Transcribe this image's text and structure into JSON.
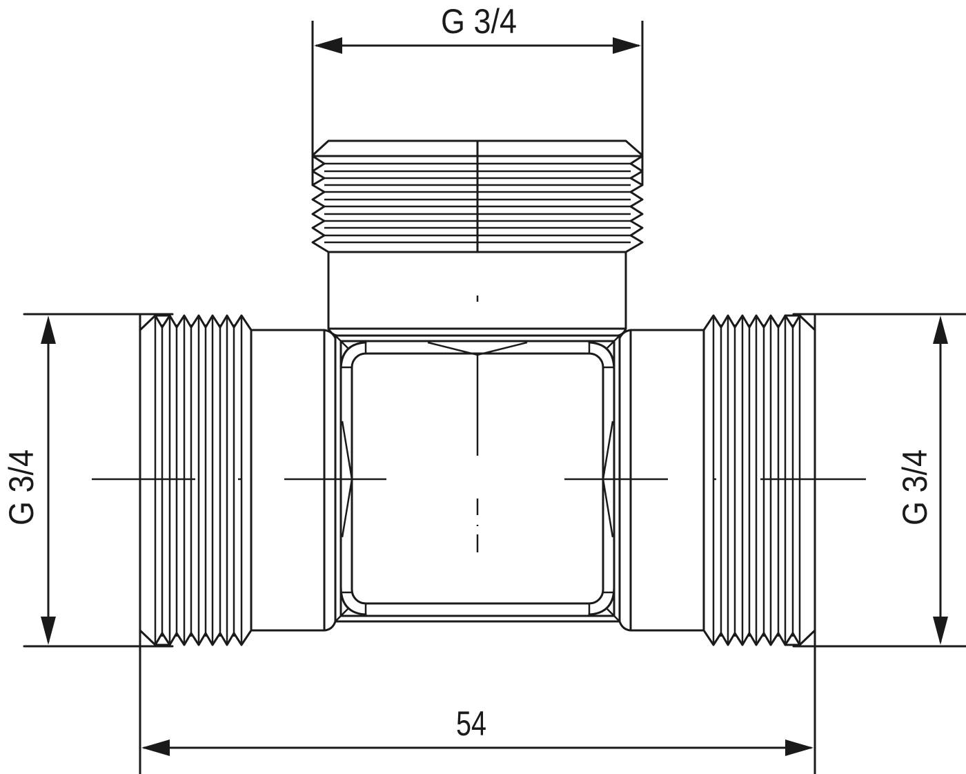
{
  "drawing": {
    "subject": "Tee fitting, male threads",
    "line_color": "#1a1a1a",
    "background": "#ffffff",
    "dimensions": {
      "top": {
        "label": "G 3/4",
        "orientation": "horizontal"
      },
      "left": {
        "label": "G 3/4",
        "orientation": "vertical"
      },
      "right": {
        "label": "G 3/4",
        "orientation": "vertical"
      },
      "bottom": {
        "label": "54",
        "orientation": "horizontal"
      }
    }
  }
}
